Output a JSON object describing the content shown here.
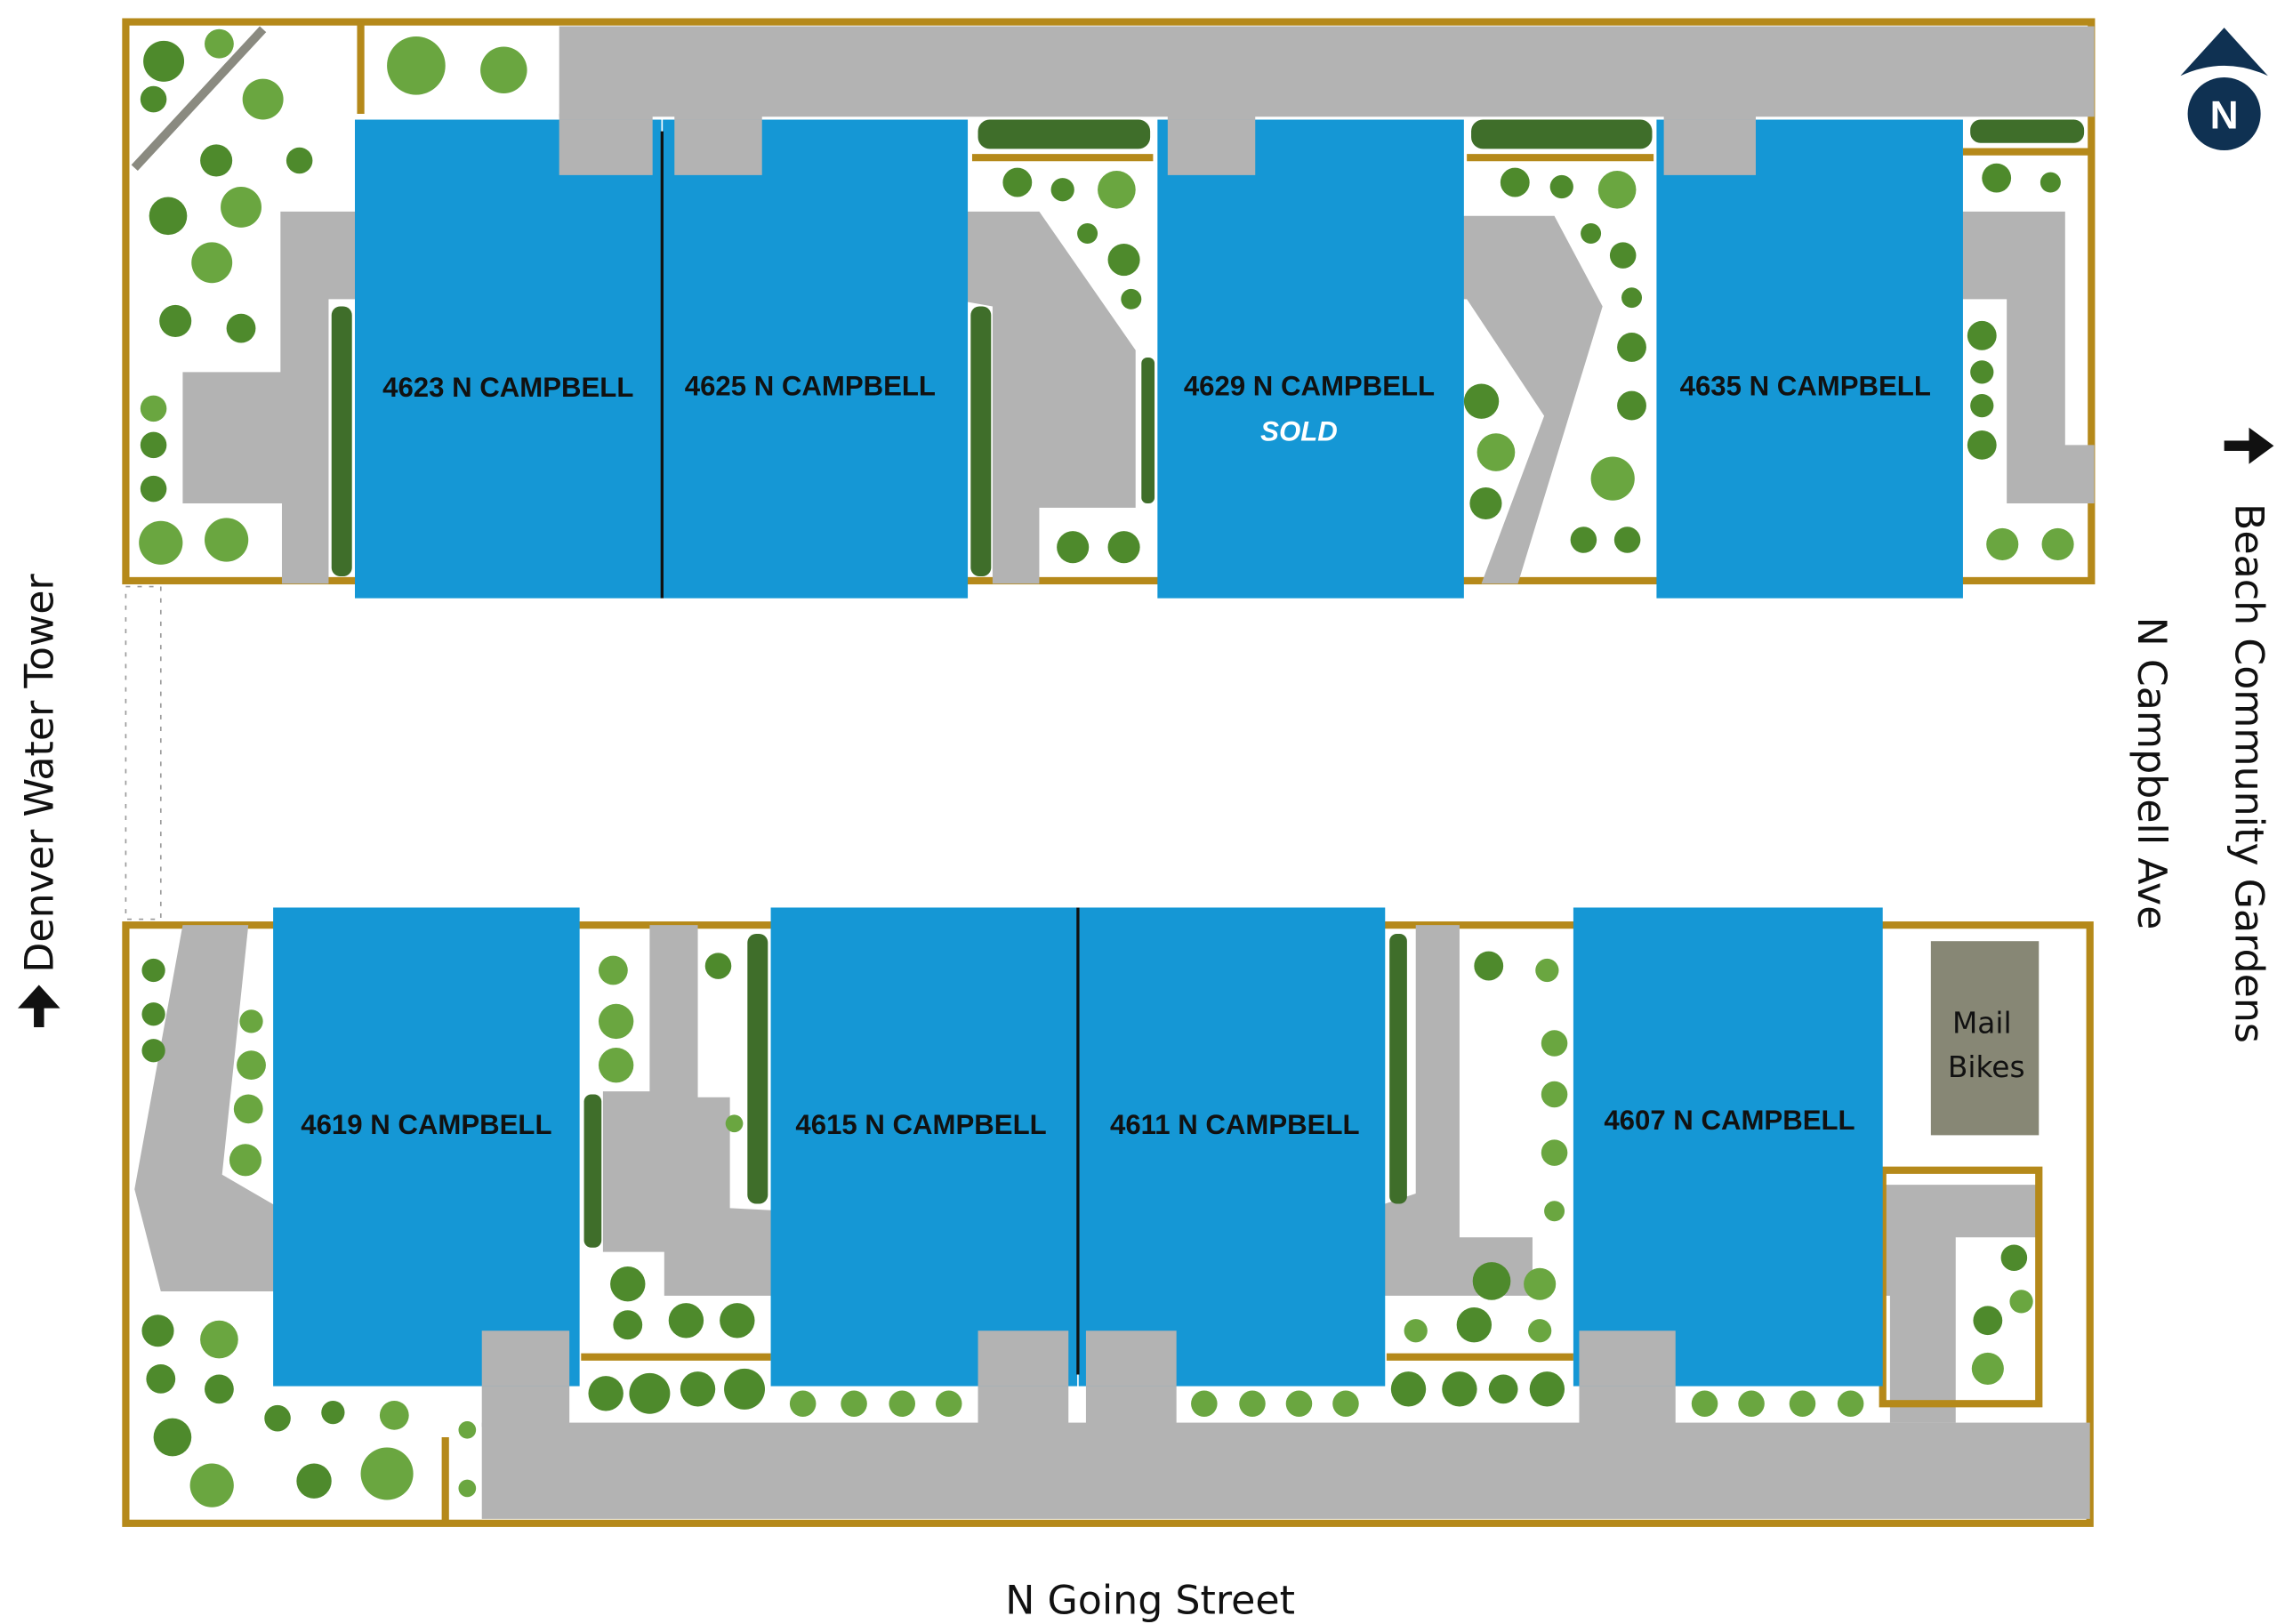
{
  "compass": {
    "letter": "N",
    "color": "#0f3152"
  },
  "colors": {
    "unit": "#1597d5",
    "paving": "#b3b3b3",
    "fence": "#b5891a",
    "utility": "#878775",
    "plants": "#4e8a2c"
  },
  "units_north": [
    {
      "address": "4623 N CAMPBELL"
    },
    {
      "address": "4625 N CAMPBELL"
    },
    {
      "address": "4629 N CAMPBELL",
      "status": "SOLD"
    },
    {
      "address": "4635 N CAMPBELL"
    }
  ],
  "units_south": [
    {
      "address": "4619 N CAMPBELL"
    },
    {
      "address": "4615 N CAMPBELL"
    },
    {
      "address": "4611 N CAMPBELL"
    },
    {
      "address": "4607 N CAMPBELL"
    }
  ],
  "utility_box": {
    "line1": "Mail",
    "line2": "Bikes"
  },
  "streets": {
    "south": "N Going Street",
    "east": "N Campbell Ave"
  },
  "directions": {
    "west": {
      "label": "Denver Water Tower",
      "arrow": "arrow-left"
    },
    "east": {
      "label": "Beach Community Gardens",
      "arrow": "arrow-right"
    }
  }
}
